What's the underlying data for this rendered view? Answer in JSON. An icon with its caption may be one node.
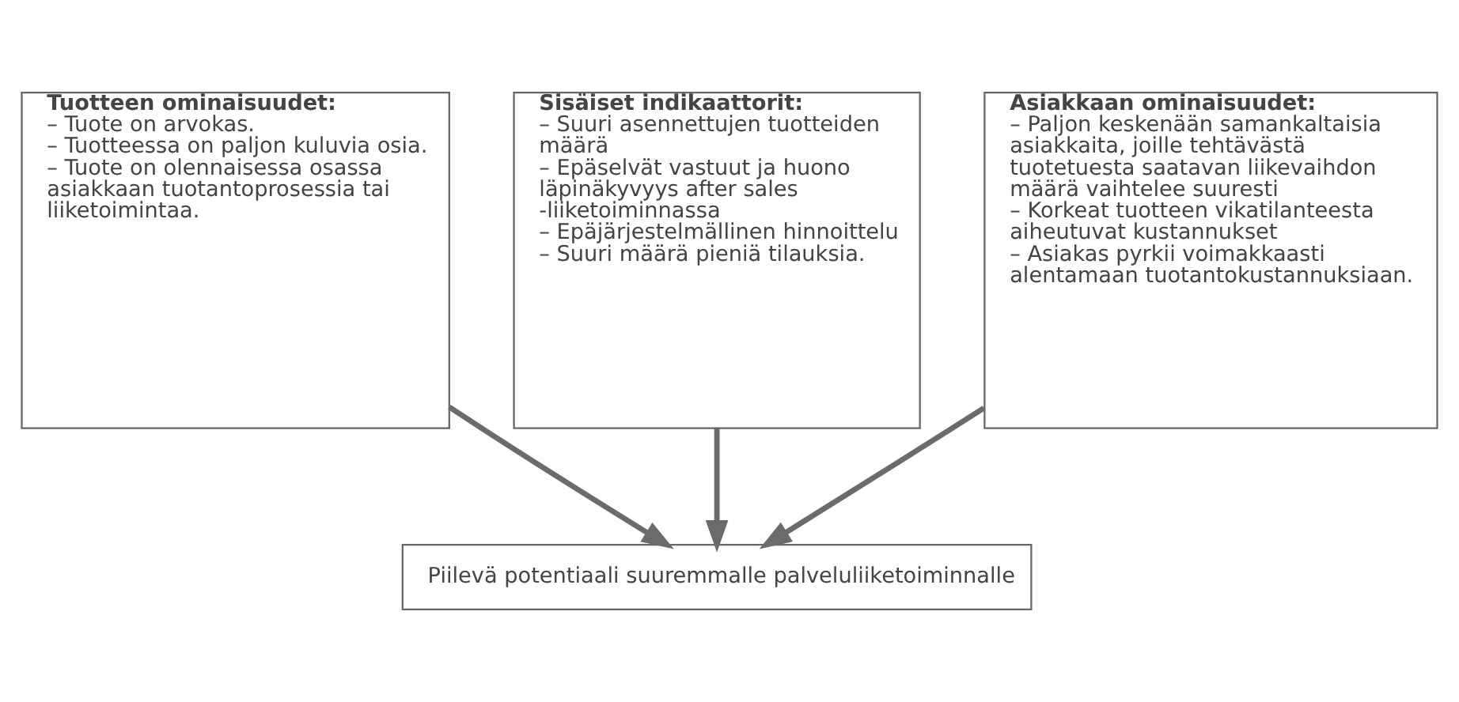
{
  "diagram": {
    "nodes": [
      {
        "text": [
          "Tuotteen ominaisuudet:",
          "– Tuote on arvokas.",
          "– Tuotteessa on paljon kuluvia osia.",
          "– Tuote on olennaisessa osassa asiakkaan tuotantoprosessia tai liiketoimintaa."
        ]
      },
      {
        "text": [
          "Sisäiset indikaattorit:",
          "– Suuri asennettujen tuotteiden määrä",
          "– Epäselvät vastuut ja huono läpinäkyvyys after sales -liiketoiminnassa",
          "– Epäjärjestelmällinen hinnoittelu",
          "– Suuri määrä pieniä tilauksia."
        ]
      },
      {
        "text": [
          "Asiakkaan ominaisuudet:",
          "– Paljon keskenään samankaltaisia asiakkaita, joille tehtävästä tuotetuesta saatavan liikevaihdon määrä vaihtelee suuresti",
          "– Korkeat tuotteen vikatilanteesta aiheutuvat kustannukset",
          "– Asiakas pyrkii voimakkaasti alentamaan tuotantokustannuksiaan."
        ]
      },
      {
        "text": [
          "Piilevä potentiaali suuremmalle palveluliiketoiminnalle"
        ]
      }
    ],
    "edges": [
      {
        "from": 0,
        "to": 3,
        "arrow": "to"
      },
      {
        "from": 1,
        "to": 3,
        "arrow": "to"
      },
      {
        "from": 2,
        "to": 3,
        "arrow": "to"
      }
    ]
  }
}
